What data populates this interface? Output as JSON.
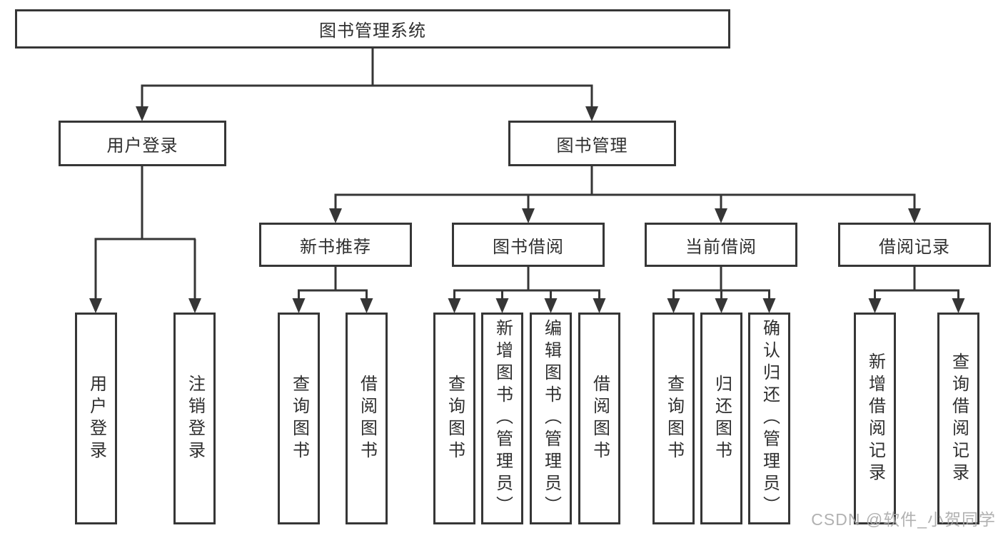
{
  "diagram": {
    "type": "hierarchy-tree",
    "root": {
      "label": "图书管理系统",
      "children": [
        {
          "label": "用户登录",
          "children": [
            {
              "label": "用户登录"
            },
            {
              "label": "注销登录"
            }
          ]
        },
        {
          "label": "图书管理",
          "children": [
            {
              "label": "新书推荐",
              "children": [
                {
                  "label": "查询图书"
                },
                {
                  "label": "借阅图书"
                }
              ]
            },
            {
              "label": "图书借阅",
              "children": [
                {
                  "label": "查询图书"
                },
                {
                  "label": "新增图书（管理员）"
                },
                {
                  "label": "编辑图书（管理员）"
                },
                {
                  "label": "借阅图书"
                }
              ]
            },
            {
              "label": "当前借阅",
              "children": [
                {
                  "label": "查询图书"
                },
                {
                  "label": "归还图书"
                },
                {
                  "label": "确认归还（管理员）"
                }
              ]
            },
            {
              "label": "借阅记录",
              "children": [
                {
                  "label": "新增借阅记录"
                },
                {
                  "label": "查询借阅记录"
                }
              ]
            }
          ]
        }
      ]
    }
  },
  "watermark": {
    "text": "CSDN @软件_小贺同学"
  },
  "colors": {
    "line": "#363636",
    "box_border": "#363636",
    "text": "#2f2f2f",
    "watermark": "#a8a8a8",
    "background": "#ffffff"
  }
}
